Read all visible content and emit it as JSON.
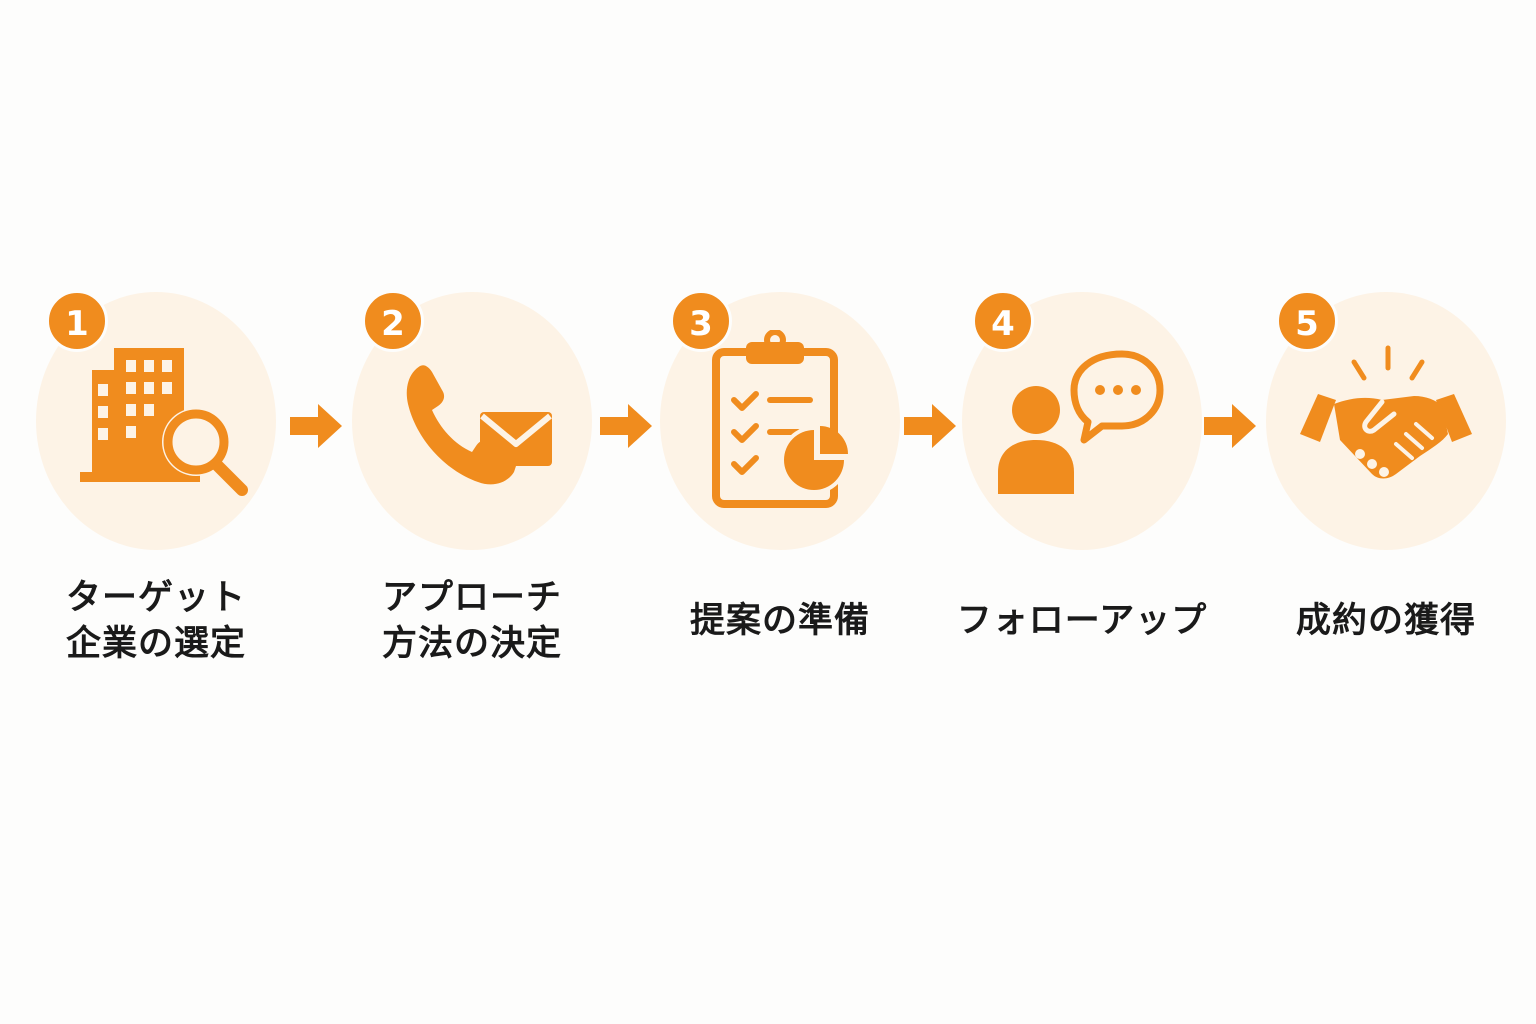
{
  "accent_color": "#f08c1e",
  "circle_color": "#fdf3e6",
  "steps": [
    {
      "number": "1",
      "icon": "building-search-icon",
      "label_lines": [
        "ターゲット",
        "企業の選定"
      ]
    },
    {
      "number": "2",
      "icon": "phone-mail-icon",
      "label_lines": [
        "アプローチ",
        "方法の決定"
      ]
    },
    {
      "number": "3",
      "icon": "clipboard-checklist-icon",
      "label_lines": [
        "提案の準備"
      ]
    },
    {
      "number": "4",
      "icon": "person-speech-bubble-icon",
      "label_lines": [
        "フォローアップ"
      ]
    },
    {
      "number": "5",
      "icon": "handshake-icon",
      "label_lines": [
        "成約の獲得"
      ]
    }
  ],
  "arrows": [
    "arrow-right-icon",
    "arrow-right-icon",
    "arrow-right-icon",
    "arrow-right-icon"
  ]
}
